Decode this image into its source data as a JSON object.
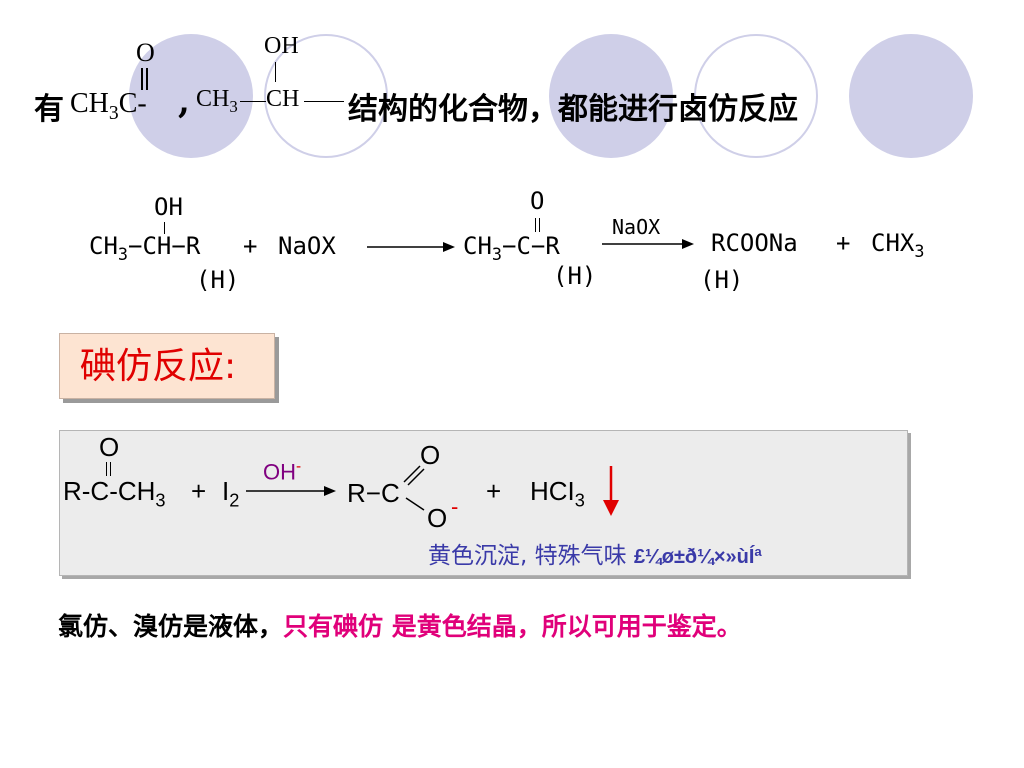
{
  "title": {
    "prefix": "有",
    "ketone_fragment": {
      "o": "O",
      "ch": "CH",
      "sub": "3",
      "c": "C-"
    },
    "comma": ",",
    "alcohol_fragment": {
      "oh": "OH",
      "ch3": "CH",
      "sub": "3",
      "ch": "CH"
    },
    "suffix": "结构的化合物，都能进行卤仿反应"
  },
  "haloform": {
    "reactant_oh": "OH",
    "reactant_main": "CH",
    "reactant_sub": "3",
    "reactant_rest": "−CH−R",
    "reactant_h": "(H)",
    "plus1": "+",
    "reagent1": "NaOX",
    "mid_o": "O",
    "mid_main": "CH",
    "mid_sub": "3",
    "mid_rest": "−C−R",
    "mid_h": "(H)",
    "arrow_reagent": "NaOX",
    "product1": "RCOONa",
    "product1_h": "(H)",
    "plus2": "+",
    "product2_main": "CHX",
    "product2_sub": "3"
  },
  "iodoform_label": "碘仿反应:",
  "iodoform": {
    "r_o": "O",
    "r_main": "R-C-CH",
    "r_sub": "3",
    "plus1": "+",
    "i2_main": "I",
    "i2_sub": "2",
    "catalyst": "OH",
    "catalyst_charge": "-",
    "prod_r": "R−C",
    "prod_o_top": "O",
    "prod_o_bottom": "O",
    "prod_charge": "-",
    "plus2": "+",
    "hci3_main": "HCI",
    "hci3_sub": "3",
    "note": "黄色沉淀, 特殊气味",
    "garbled": "£¼ø±ð¼×»ùÍª"
  },
  "bottom": {
    "black_text": "氯仿、溴仿是液体，",
    "red_text": "只有碘仿 是黄色结晶，所以可用于鉴定。"
  },
  "colors": {
    "circle": "#cfcfe8",
    "label_bg": "#fde4d2",
    "label_text": "#e00000",
    "note_blue": "#3a3aa8",
    "catalyst_purple": "#800080",
    "charge_red": "#e00000",
    "down_arrow": "#e00000",
    "red_text": "#e0007a"
  }
}
